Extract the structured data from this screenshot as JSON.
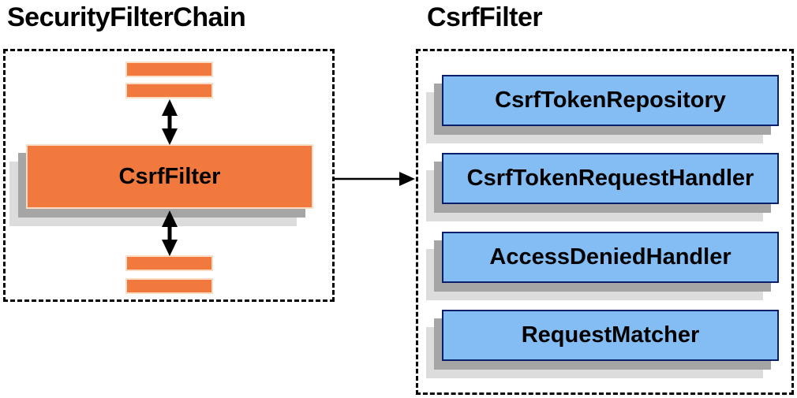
{
  "left_panel": {
    "title": "SecurityFilterChain",
    "csrf_filter_label": "CsrfFilter"
  },
  "right_panel": {
    "title": "CsrfFilter",
    "components": [
      "CsrfTokenRepository",
      "CsrfTokenRequestHandler",
      "AccessDeniedHandler",
      "RequestMatcher"
    ]
  },
  "connectors": {
    "left_internal_top": "bidirectional-vertical",
    "left_internal_bottom": "bidirectional-vertical",
    "cross_panel": "left-to-right"
  },
  "colors": {
    "filter_orange": "#F2793D",
    "filter_border_light": "#FADCC4",
    "component_blue": "#84BDF4",
    "component_border_navy": "#0A1F6B",
    "shadow_dark": "#A5A5A5",
    "shadow_light": "#DCDCDC",
    "boundary_black": "#000000"
  }
}
